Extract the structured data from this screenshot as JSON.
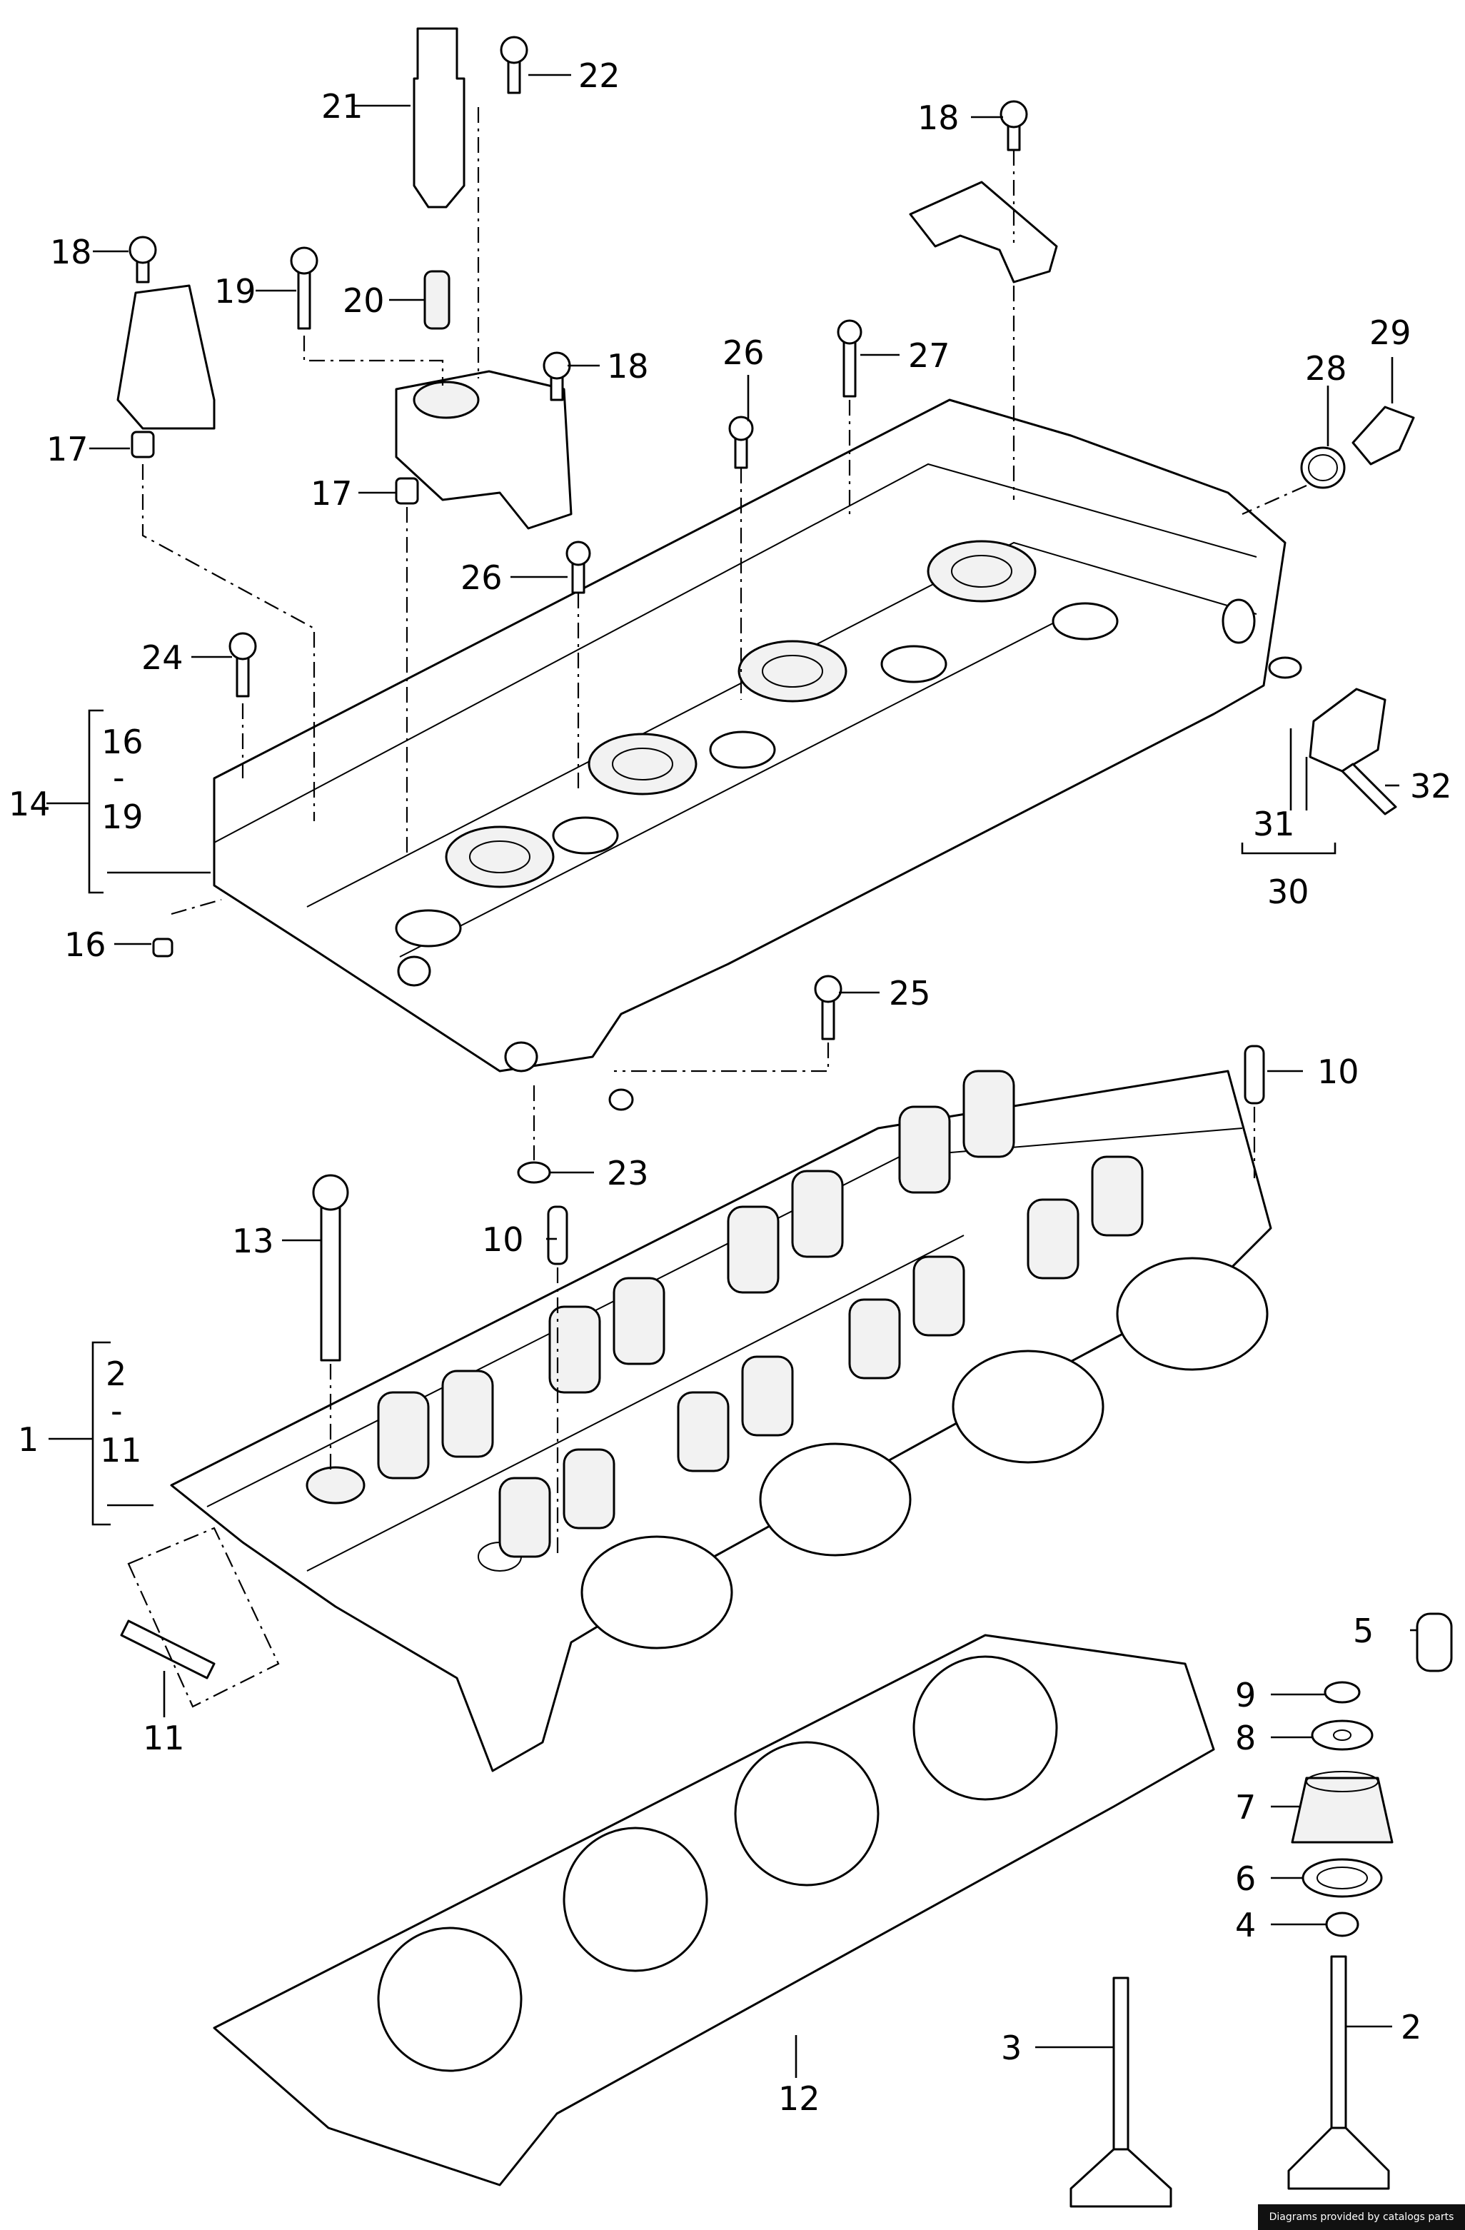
{
  "callouts": [
    "1",
    "2",
    "-",
    "11",
    "2",
    "3",
    "4",
    "5",
    "6",
    "7",
    "8",
    "9",
    "10",
    "10",
    "11",
    "12",
    "13",
    "14",
    "16",
    "-",
    "19",
    "16",
    "17",
    "17",
    "18",
    "18",
    "18",
    "19",
    "20",
    "21",
    "22",
    "23",
    "24",
    "25",
    "26",
    "26",
    "27",
    "28",
    "29",
    "30",
    "31",
    "32"
  ],
  "credit": "Diagrams provided by catalogs parts"
}
